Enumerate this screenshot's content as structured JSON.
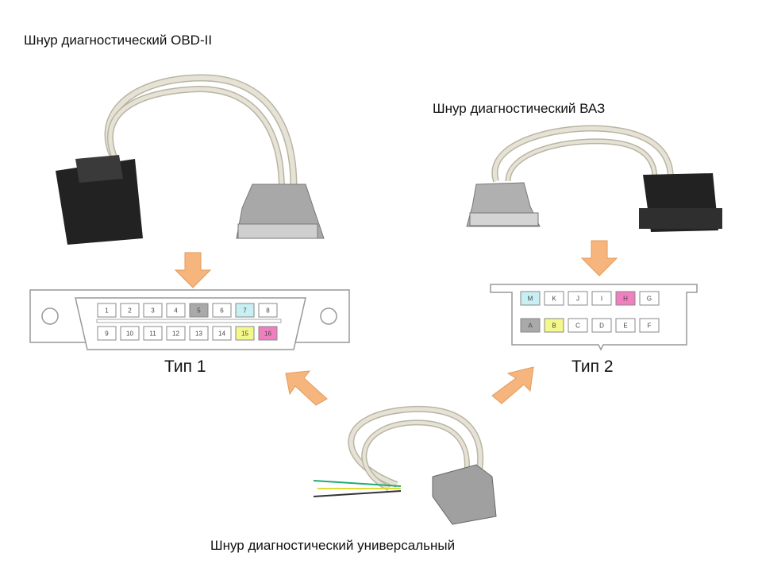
{
  "captions": {
    "obd2": "Шнур диагностический OBD-II",
    "vaz": "Шнур диагностический ВАЗ",
    "universal": "Шнур диагностический универсальный"
  },
  "type1": {
    "label": "Тип 1",
    "pins_top": [
      {
        "label": "1",
        "color": "#ffffff"
      },
      {
        "label": "2",
        "color": "#ffffff"
      },
      {
        "label": "3",
        "color": "#ffffff"
      },
      {
        "label": "4",
        "color": "#ffffff"
      },
      {
        "label": "5",
        "color": "#a9a9a9"
      },
      {
        "label": "6",
        "color": "#ffffff"
      },
      {
        "label": "7",
        "color": "#c8f0f4"
      },
      {
        "label": "8",
        "color": "#ffffff"
      }
    ],
    "pins_bottom": [
      {
        "label": "9",
        "color": "#ffffff"
      },
      {
        "label": "10",
        "color": "#ffffff"
      },
      {
        "label": "11",
        "color": "#ffffff"
      },
      {
        "label": "12",
        "color": "#ffffff"
      },
      {
        "label": "13",
        "color": "#ffffff"
      },
      {
        "label": "14",
        "color": "#ffffff"
      },
      {
        "label": "15",
        "color": "#f4f78a"
      },
      {
        "label": "16",
        "color": "#ef7fbf"
      }
    ]
  },
  "type2": {
    "label": "Тип 2",
    "pins_top": [
      {
        "label": "M",
        "color": "#c8f0f4"
      },
      {
        "label": "K",
        "color": "#ffffff"
      },
      {
        "label": "J",
        "color": "#ffffff"
      },
      {
        "label": "I",
        "color": "#ffffff"
      },
      {
        "label": "H",
        "color": "#ef7fbf"
      },
      {
        "label": "G",
        "color": "#ffffff"
      }
    ],
    "pins_bottom": [
      {
        "label": "A",
        "color": "#a9a9a9"
      },
      {
        "label": "B",
        "color": "#f4f78a"
      },
      {
        "label": "C",
        "color": "#ffffff"
      },
      {
        "label": "D",
        "color": "#ffffff"
      },
      {
        "label": "E",
        "color": "#ffffff"
      },
      {
        "label": "F",
        "color": "#ffffff"
      }
    ]
  },
  "colors": {
    "arrow": "#f5b57d",
    "arrow_stroke": "#e39a5a",
    "cable": "#e6e3d6",
    "cable_edge": "#b9b5a4",
    "obd_plug": "#222222",
    "db_plug": "#a8a8a8"
  }
}
